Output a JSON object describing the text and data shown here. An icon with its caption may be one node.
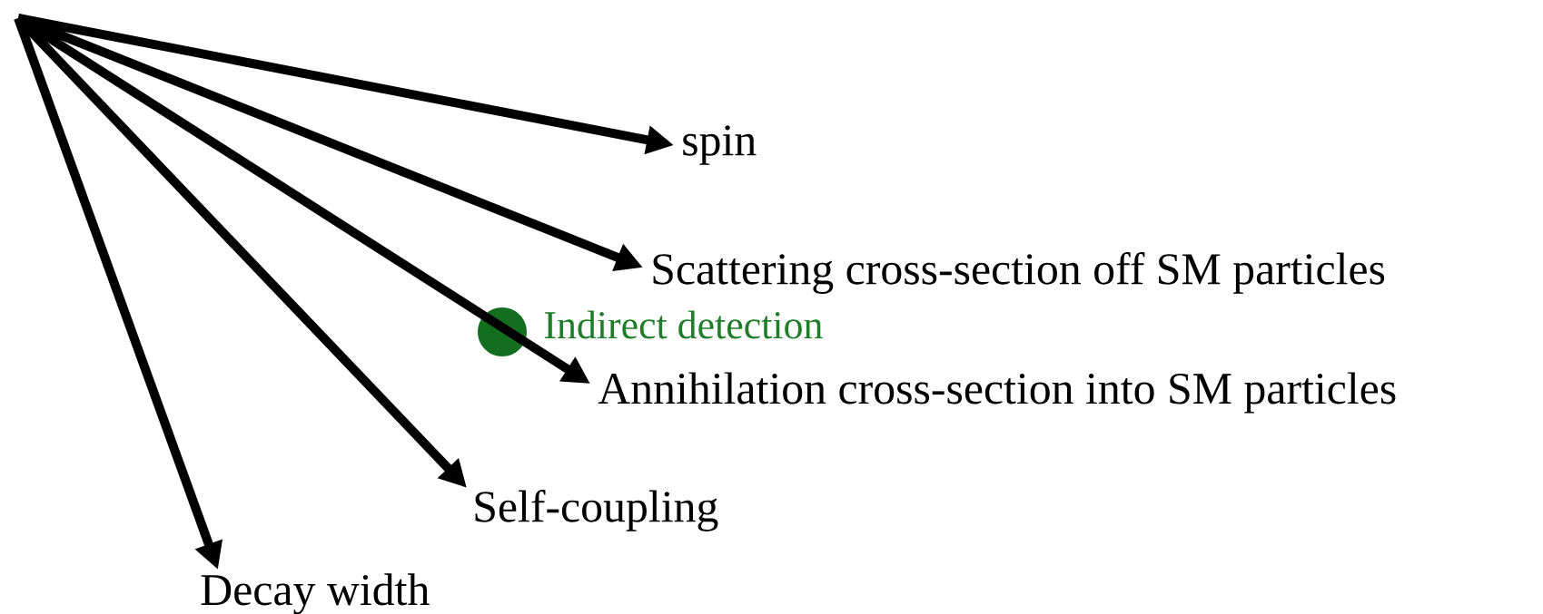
{
  "diagram": {
    "nodes": [
      {
        "text": [
          "spin"
        ]
      },
      {
        "text": [
          "Scattering cross-section off SM particles"
        ]
      },
      {
        "text": [
          "Annihilation cross-section into SM particles"
        ]
      },
      {
        "text": [
          "Self-coupling"
        ]
      },
      {
        "text": [
          "Decay width"
        ]
      },
      {
        "text": [],
        "shape": "circle",
        "beside": [
          "Indirect detection"
        ]
      }
    ],
    "edges": [
      {
        "from": null,
        "to": 0,
        "arrow": "to"
      },
      {
        "from": null,
        "to": 1,
        "arrow": "to"
      },
      {
        "from": null,
        "to": 2,
        "arrow": "to"
      },
      {
        "from": null,
        "to": 3,
        "arrow": "to"
      },
      {
        "from": null,
        "to": 4,
        "arrow": "to"
      }
    ]
  }
}
